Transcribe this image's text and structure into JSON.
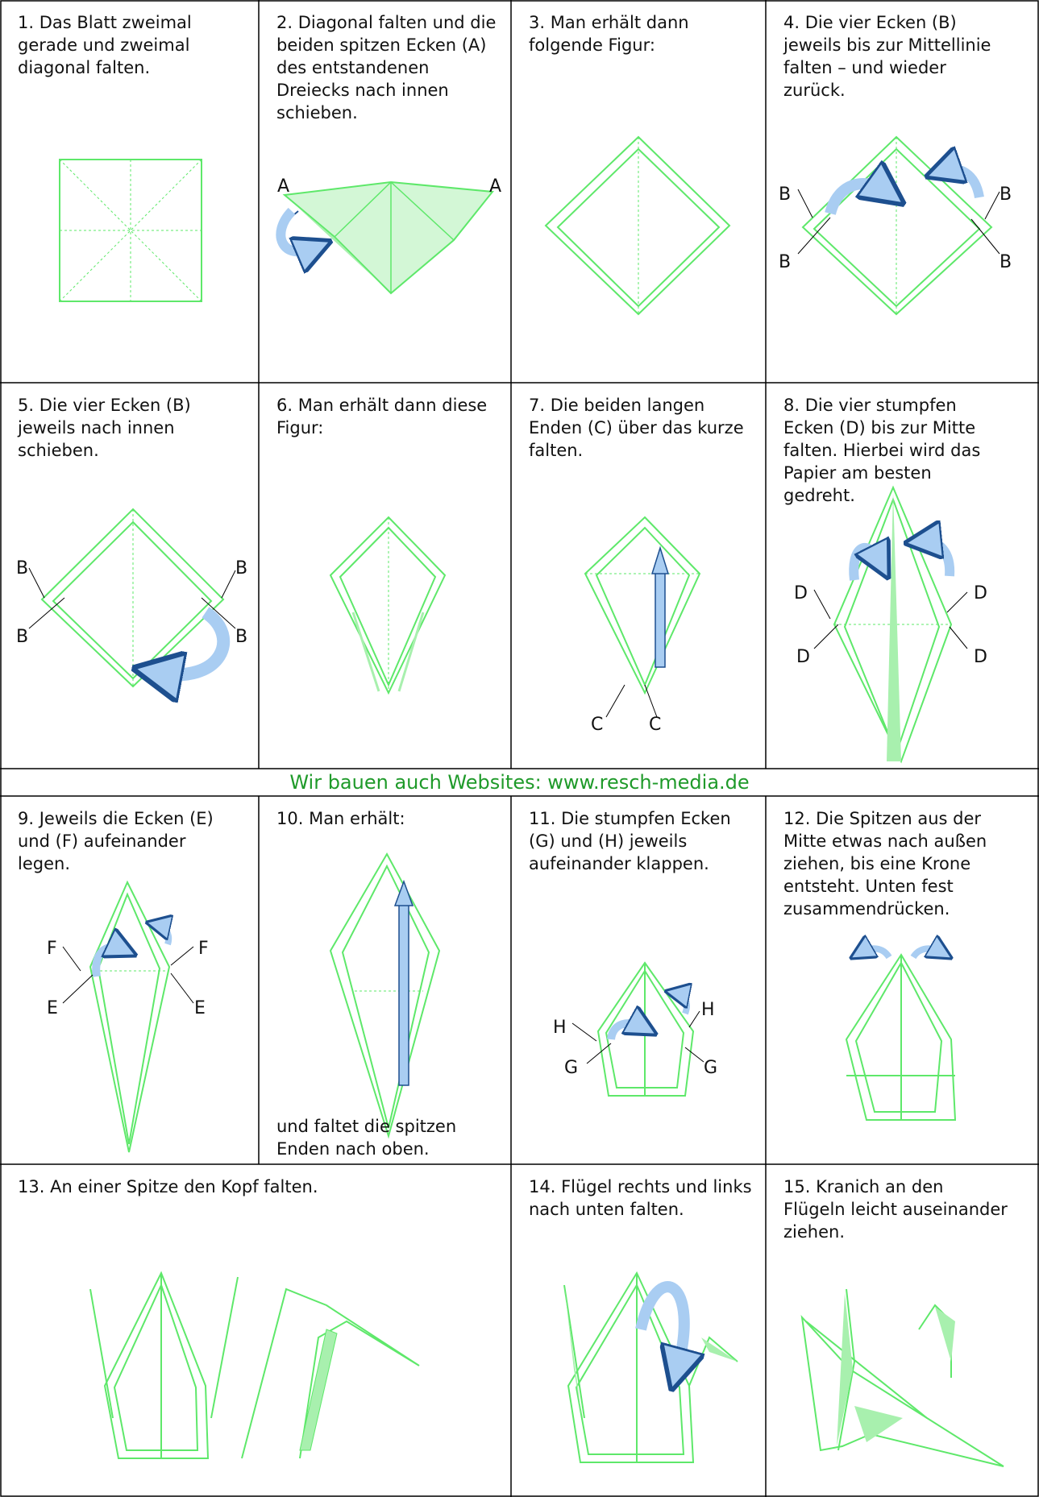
{
  "steps": [
    {
      "text": "1. Das Blatt zweimal\ngerade und zweimal\ndiagonal falten."
    },
    {
      "text": "2. Diagonal falten und die\nbeiden spitzen Ecken (A)\ndes entstandenen\nDreiecks nach innen\nschieben."
    },
    {
      "text": "3. Man erhält dann\nfolgende Figur:"
    },
    {
      "text": "4. Die vier Ecken (B)\njeweils bis zur Mittellinie\nfalten – und wieder\nzurück."
    },
    {
      "text": "5. Die vier Ecken (B)\njeweils nach innen\nschieben."
    },
    {
      "text": "6. Man erhält dann diese\nFigur:"
    },
    {
      "text": "7. Die beiden langen\nEnden (C) über das kurze\nfalten."
    },
    {
      "text": "8. Die vier stumpfen\nEcken (D) bis zur Mitte\nfalten. Hierbei wird das\nPapier am besten\ngedreht."
    },
    {
      "text": "9. Jeweils die Ecken (E)\nund (F) aufeinander\nlegen."
    },
    {
      "text": "10. Man erhält:",
      "text2": "und faltet die spitzen\nEnden nach oben."
    },
    {
      "text": "11. Die stumpfen Ecken\n(G) und (H) jeweils\naufeinander klappen."
    },
    {
      "text": "12. Die Spitzen aus der\nMitte etwas nach außen\nziehen, bis eine Krone\nentsteht. Unten fest\nzusammendrücken."
    },
    {
      "text": "13. An einer Spitze den Kopf falten."
    },
    {
      "text": "14. Flügel rechts und links\nnach unten falten."
    },
    {
      "text": "15. Kranich an den\nFlügeln leicht auseinander\nziehen."
    }
  ],
  "banner": "Wir bauen auch Websites: www.resch-media.de",
  "labels": {
    "a": "A",
    "b": "B",
    "c": "C",
    "d": "D",
    "e": "E",
    "f": "F",
    "g": "G",
    "h": "H"
  },
  "colors": {
    "fold_line": "#5ee86a",
    "fold_fill": "#a8f0ae",
    "arrow_fill": "#a9cdf2",
    "arrow_stroke": "#1d4f8f",
    "grid": "#000000",
    "banner": "#1f9a2a"
  }
}
